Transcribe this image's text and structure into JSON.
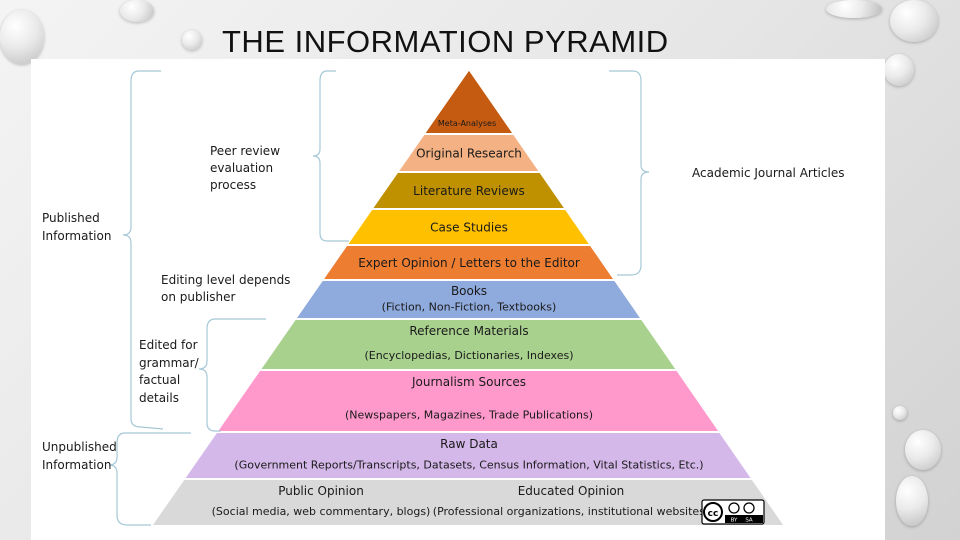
{
  "title": "THE INFORMATION PYRAMID",
  "layers": [
    {
      "label": "Meta-Analyses",
      "sublabel": "",
      "color": "#c55a11"
    },
    {
      "label": "Original Research",
      "sublabel": "",
      "color": "#f4b183"
    },
    {
      "label": "Literature Reviews",
      "sublabel": "",
      "color": "#bf9000"
    },
    {
      "label": "Case Studies",
      "sublabel": "",
      "color": "#ffc000"
    },
    {
      "label": "Expert Opinion / Letters to the Editor",
      "sublabel": "",
      "color": "#ed7d31"
    },
    {
      "label": "Books",
      "sublabel": "(Fiction, Non-Fiction, Textbooks)",
      "color": "#8faadc"
    },
    {
      "label": "Reference Materials",
      "sublabel": "(Encyclopedias, Dictionaries, Indexes)",
      "color": "#a9d18e"
    },
    {
      "label": "Journalism Sources",
      "sublabel": "(Newspapers, Magazines, Trade Publications)",
      "color": "#ff99cc"
    },
    {
      "label": "Raw Data",
      "sublabel": "(Government Reports/Transcripts, Datasets, Census Information, Vital Statistics, Etc.)",
      "color": "#d5b8ea"
    },
    {
      "label": "Public Opinion",
      "sublabel": "(Social media, web commentary, blogs)",
      "label2": "Educated  Opinion",
      "sublabel2": "(Professional organizations, institutional websites)",
      "color": "#d9d9d9"
    }
  ],
  "side_labels": {
    "peer_review": [
      "Peer review",
      "evaluation",
      "process"
    ],
    "published": [
      "Published",
      "Information"
    ],
    "editing_level": [
      "Editing level depends",
      "on publisher"
    ],
    "edited_for": [
      "Edited for",
      "grammar/",
      "factual",
      "details"
    ],
    "unpublished": [
      "Unpublished",
      "Information"
    ],
    "academic": [
      "Academic Journal Articles"
    ]
  },
  "license_badge": {
    "cc": "cc",
    "by": "BY",
    "sa": "SA"
  },
  "colors": {
    "bracket": "#a6c8d8",
    "outline": "#ffffff"
  }
}
